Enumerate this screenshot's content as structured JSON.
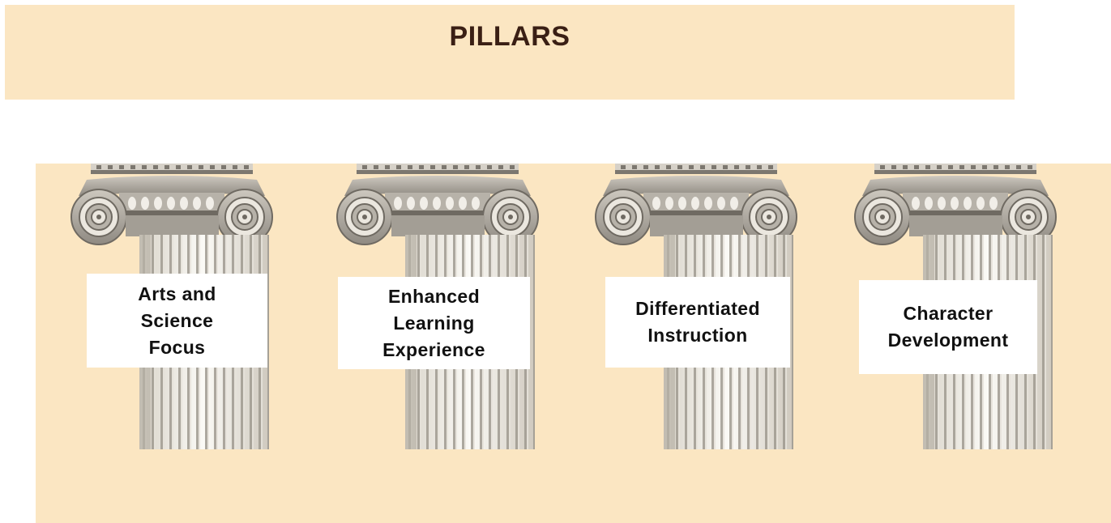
{
  "title": "PILLARS",
  "pillars": [
    {
      "label": "Arts and\nScience\nFocus"
    },
    {
      "label": "Enhanced\nLearning\nExperience"
    },
    {
      "label": "Differentiated\nInstruction"
    },
    {
      "label": "Character\nDevelopment"
    }
  ],
  "colors": {
    "panel": "#fbe6c2",
    "title_text": "#3a1f14",
    "capital": "#a8a39b",
    "shaft": "#f4f1ea"
  },
  "icons": [
    "ionic-column-icon"
  ]
}
